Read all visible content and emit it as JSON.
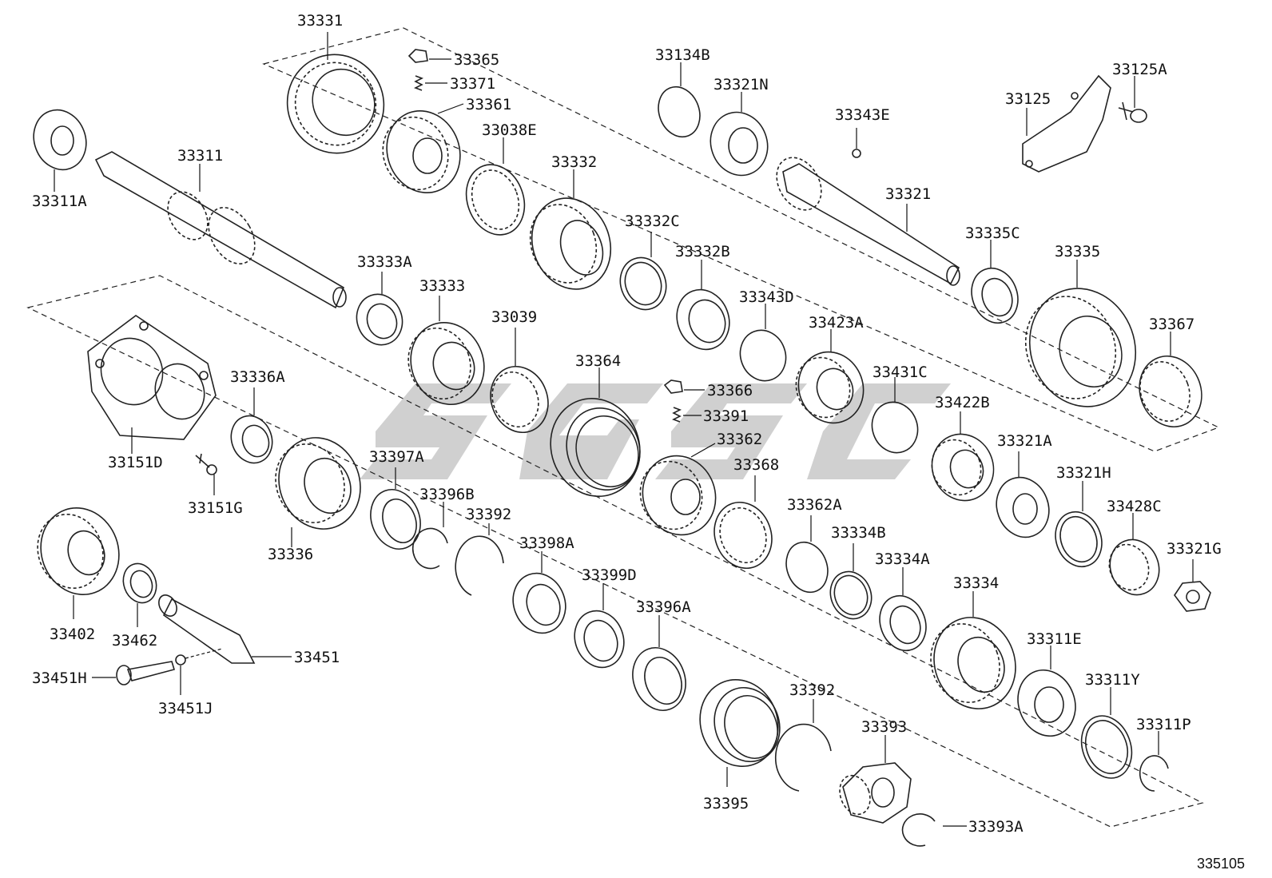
{
  "diagram_code": "335105",
  "parts": [
    {
      "id": "33331"
    },
    {
      "id": "33365"
    },
    {
      "id": "33371"
    },
    {
      "id": "33361"
    },
    {
      "id": "33038E"
    },
    {
      "id": "33332"
    },
    {
      "id": "33134B"
    },
    {
      "id": "33321N"
    },
    {
      "id": "33343E"
    },
    {
      "id": "33125"
    },
    {
      "id": "33125A"
    },
    {
      "id": "33311"
    },
    {
      "id": "33311A"
    },
    {
      "id": "33321"
    },
    {
      "id": "33332C"
    },
    {
      "id": "33332B"
    },
    {
      "id": "33333A"
    },
    {
      "id": "33333"
    },
    {
      "id": "33335C"
    },
    {
      "id": "33335"
    },
    {
      "id": "33343D"
    },
    {
      "id": "33039"
    },
    {
      "id": "33423A"
    },
    {
      "id": "33367"
    },
    {
      "id": "33364"
    },
    {
      "id": "33366"
    },
    {
      "id": "33431C"
    },
    {
      "id": "33336A"
    },
    {
      "id": "33391"
    },
    {
      "id": "33362"
    },
    {
      "id": "33422B"
    },
    {
      "id": "33151D"
    },
    {
      "id": "33397A"
    },
    {
      "id": "33368"
    },
    {
      "id": "33321A"
    },
    {
      "id": "33321H"
    },
    {
      "id": "33396B"
    },
    {
      "id": "33392"
    },
    {
      "id": "33362A"
    },
    {
      "id": "33151G"
    },
    {
      "id": "33428C"
    },
    {
      "id": "33334B"
    },
    {
      "id": "33336"
    },
    {
      "id": "33398A"
    },
    {
      "id": "33321G"
    },
    {
      "id": "33334A"
    },
    {
      "id": "33399D"
    },
    {
      "id": "33334"
    },
    {
      "id": "33402"
    },
    {
      "id": "33462"
    },
    {
      "id": "33396A"
    },
    {
      "id": "33451"
    },
    {
      "id": "33311E"
    },
    {
      "id": "33451H"
    },
    {
      "id": "33451J"
    },
    {
      "id": "33311Y"
    },
    {
      "id": "33392"
    },
    {
      "id": "33393"
    },
    {
      "id": "33311P"
    },
    {
      "id": "33395"
    },
    {
      "id": "33393A"
    }
  ]
}
